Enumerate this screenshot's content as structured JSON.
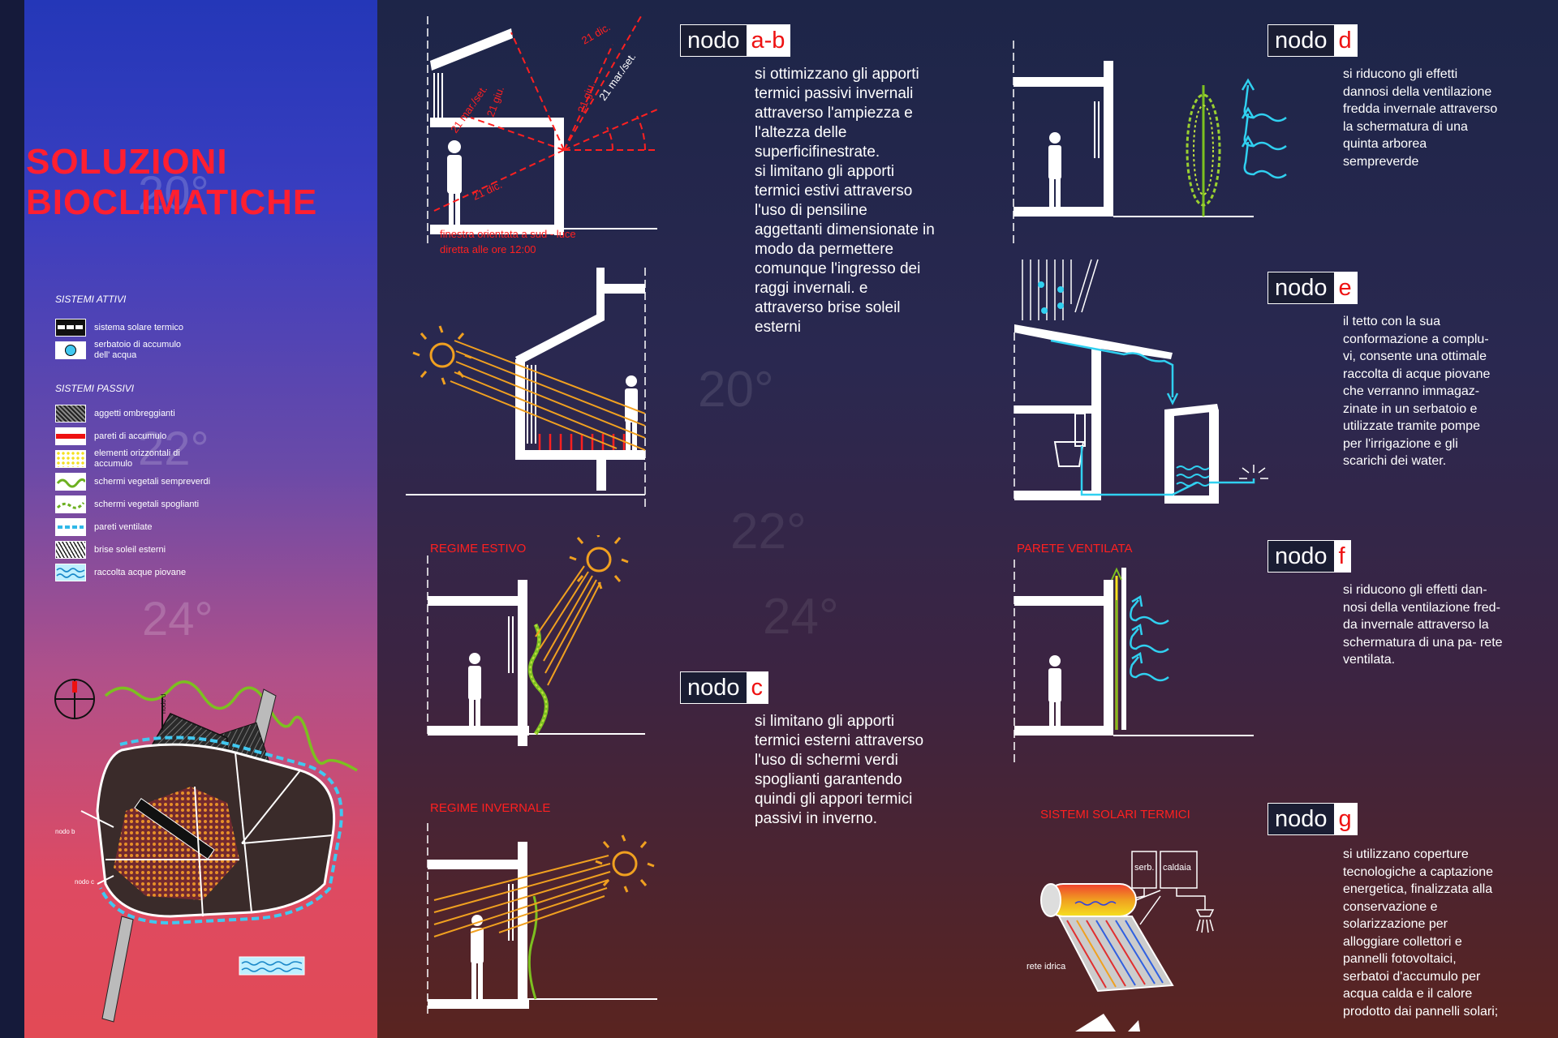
{
  "title": {
    "line1": "SOLUZIONI",
    "line2": "BIOCLIMATICHE"
  },
  "legend": {
    "active_heading": "SISTEMI ATTIVI",
    "active": [
      {
        "label": "sistema solare termico",
        "icon": "solar-thermal-swatch"
      },
      {
        "label": "serbatoio di accumulo dell' acqua",
        "icon": "tank-swatch"
      }
    ],
    "passive_heading": "SISTEMI PASSIVI",
    "passive": [
      {
        "label": "aggetti ombreggianti",
        "icon": "hatched-swatch"
      },
      {
        "label": "pareti di accumulo",
        "icon": "red-line-swatch"
      },
      {
        "label": "elementi orizzontali di accumulo",
        "icon": "yellow-dots-swatch"
      },
      {
        "label": "schermi vegetali sempreverdi",
        "icon": "green-wave-swatch"
      },
      {
        "label": "schermi vegetali spoglianti",
        "icon": "green-dashed-swatch"
      },
      {
        "label": "pareti ventilate",
        "icon": "cyan-dashed-swatch"
      },
      {
        "label": "brise soleil esterni",
        "icon": "stripes-swatch"
      },
      {
        "label": "raccolta acque piovane",
        "icon": "water-wave-swatch"
      }
    ]
  },
  "faded_temps": [
    "20°",
    "22°",
    "24°",
    "20°",
    "22°",
    "24°"
  ],
  "plan_labels": {
    "nodo_b": "nodo b",
    "nodo_c": "nodo c",
    "nodo_d": "nodo d"
  },
  "section_ab": {
    "angles": [
      "21 dic.",
      "21 giu.",
      "21 mar./set.",
      "21 mar./set.",
      "21 giu.",
      "21 dic."
    ],
    "caption_line1": "finestra orientata a sud - luce",
    "caption_line2": "diretta alle ore 12:00"
  },
  "nodes": {
    "ab": {
      "word": "nodo",
      "letter": "a-b",
      "lines": [
        "si ottimizzano gli apporti",
        "termici passivi invernali",
        "attraverso l'ampiezza e",
        "l'altezza delle",
        "superficifinestrate.",
        "si limitano gli apporti",
        "termici estivi attraverso",
        "l'uso di pensiline",
        "aggettanti dimensionate in",
        "modo da permettere",
        "comunque l'ingresso dei",
        "raggi invernali. e",
        "attraverso brise soleil",
        "esterni"
      ]
    },
    "c": {
      "word": "nodo",
      "letter": "c",
      "lines": [
        "si limitano gli apporti",
        "termici esterni attraverso",
        "l'uso di schermi verdi",
        "spoglianti garantendo",
        "quindi gli appori termici",
        "passivi in inverno."
      ]
    },
    "d": {
      "word": "nodo",
      "letter": "d",
      "lines": [
        "si riducono gli effetti",
        "dannosi della ventilazione",
        "fredda invernale attraverso",
        "la schermatura di una",
        "quinta arborea",
        "sempreverde"
      ]
    },
    "e": {
      "word": "nodo",
      "letter": "e",
      "lines": [
        "il tetto con la sua",
        "conformazione a complu-",
        "vi, consente una ottimale",
        "raccolta di acque piovane",
        "che verranno immagaz-",
        "zinate in un serbatoio e",
        "utilizzate tramite pompe",
        "per l'irrigazione e gli",
        "scarichi dei water."
      ]
    },
    "f": {
      "word": "nodo",
      "letter": "f",
      "lines": [
        "si riducono gli effetti dan-",
        "nosi della ventilazione fred-",
        "da invernale attraverso la",
        "schermatura di una pa- rete",
        "ventilata."
      ]
    },
    "g": {
      "word": "nodo",
      "letter": "g",
      "lines": [
        "si utilizzano coperture",
        "tecnologiche a captazione",
        "energetica, finalizzata alla",
        "conservazione e",
        "solarizzazione per",
        "alloggiare collettori e",
        "pannelli fotovoltaici,",
        "serbatoi d'accumulo per",
        "acqua calda e il calore",
        "prodotto dai pannelli solari;"
      ]
    }
  },
  "diagram_labels": {
    "regime_estivo": "REGIME ESTIVO",
    "regime_invernale": "REGIME INVERNALE",
    "parete_ventilata": "PARETE VENTILATA",
    "sistemi_solari": "SISTEMI SOLARI TERMICI",
    "serb": "serb.",
    "caldaia": "caldaia",
    "rete_idrica": "rete idrica"
  },
  "colors": {
    "accent_red": "#ff1f30",
    "sun_orange": "#f0a020",
    "water_cyan": "#30d0f0",
    "plant_green": "#80d020"
  }
}
